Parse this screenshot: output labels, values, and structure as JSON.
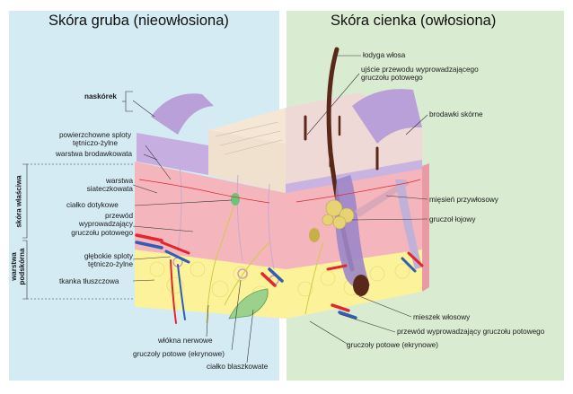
{
  "left": {
    "title": "Skóra gruba (nieowłosiona)",
    "labels": {
      "naskorek": "naskórek",
      "powierzchowne": "powierzchowne sploty\ntętniczo-żylne",
      "brodawkowata": "warstwa brodawkowata",
      "siateczkowata": "warstwa\nsiateczkowata",
      "cialko_dotykowe": "ciałko dotykowe",
      "przewod": "przewód\nwyprowadzający\ngruczołu potowego",
      "glebokie": "głębokie sploty\ntętniczo-żylne",
      "tkanka": "tkanka tłuszczowa",
      "wlokna": "włókna nerwowe",
      "gruczoly": "gruczoły potowe (ekrynowe)",
      "blaszkowate": "ciałko blaszkowate"
    },
    "side_labels": {
      "skora_wlasciwa": "skóra właściwa",
      "podskorna": "warstwa\npodskórna"
    }
  },
  "right": {
    "title": "Skóra cienka (owłosiona)",
    "labels": {
      "lodyga": "łodyga włosa",
      "ujscie": "ujście przewodu wyprowadzającego\ngruczołu potowego",
      "brodawki": "brodawki skórne",
      "miesien": "mięsień przywłosowy",
      "lojowy": "gruczoł łojowy",
      "mieszek": "mieszek włosowy",
      "przewod": "przewód wyprowadzający gruczołu potowego",
      "gruczoly": "gruczoły potowe (ekrynowe)"
    }
  },
  "colors": {
    "left_bg": "#d4ebf4",
    "right_bg": "#d9ecd2",
    "epidermis": "#b9a0d8",
    "dermis": "#f4b5bd",
    "fat": "#fbf29a",
    "artery": "#e2262c",
    "vein": "#2d5fb7",
    "hair": "#5a2818"
  }
}
